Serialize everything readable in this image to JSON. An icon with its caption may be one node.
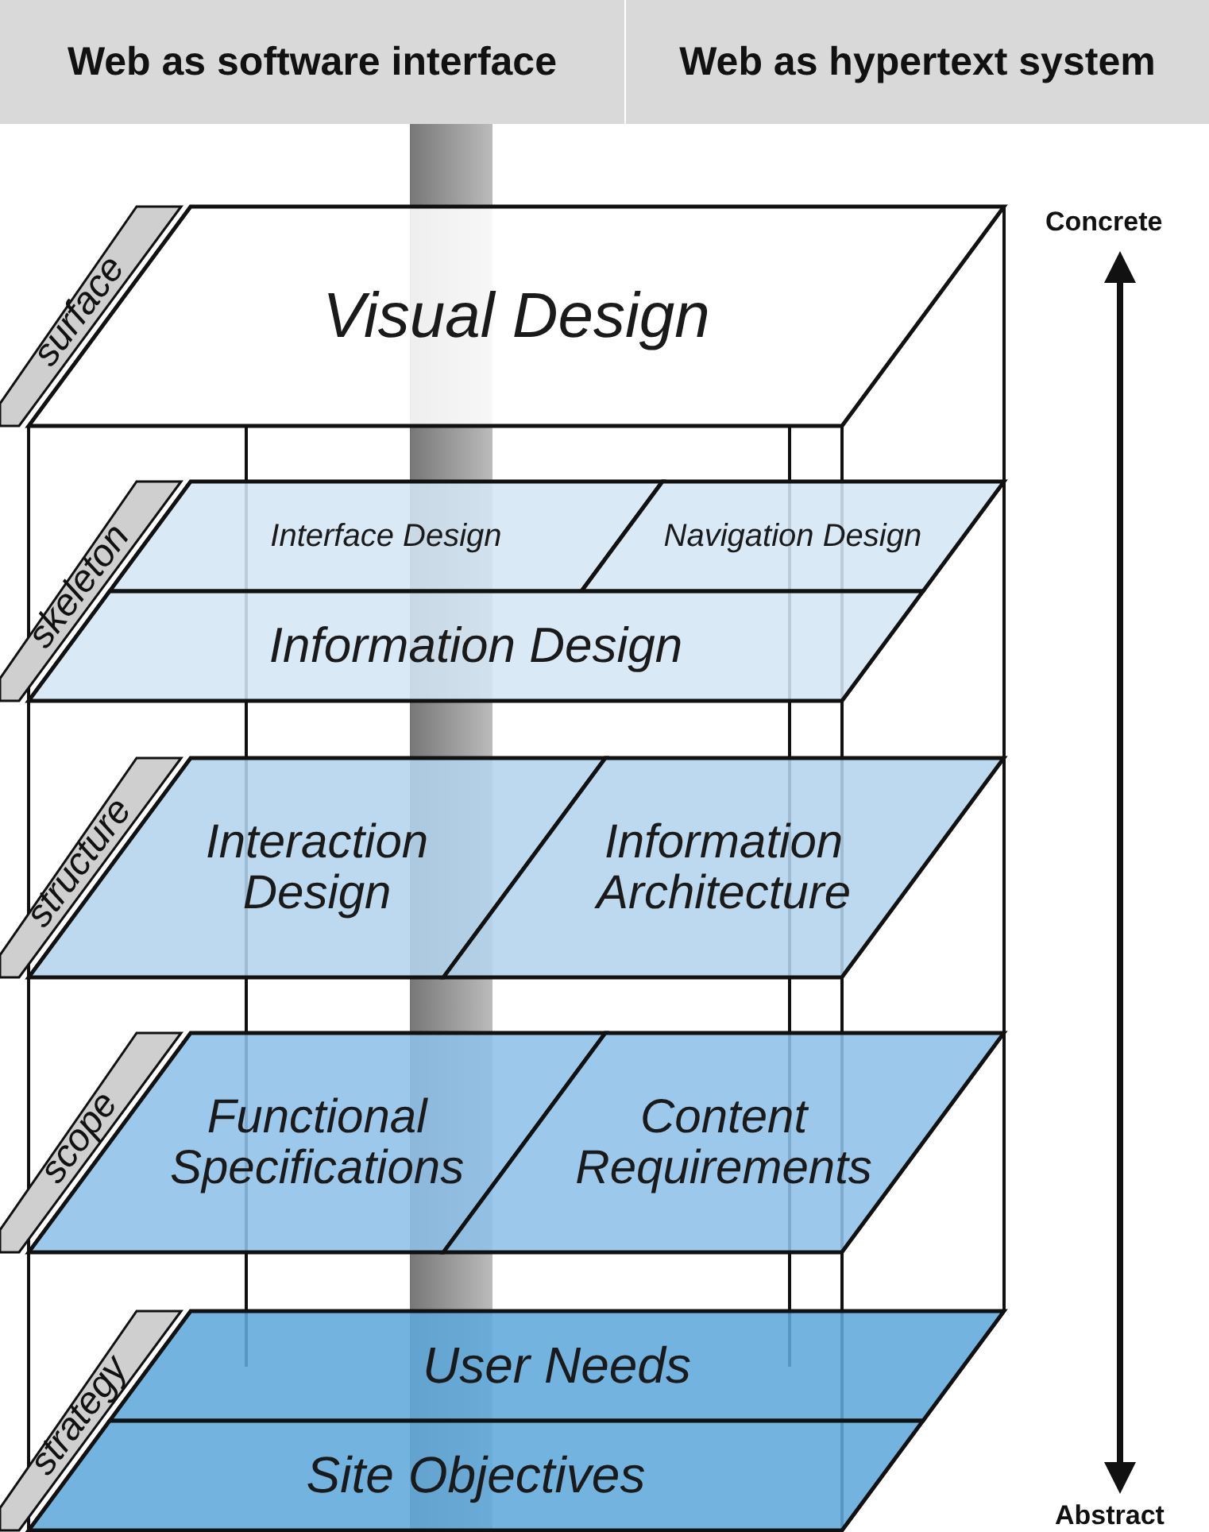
{
  "diagram": {
    "nodes": [
      {
        "text": [
          "Web as software interface"
        ]
      },
      {
        "text": [
          "Web as hypertext system"
        ]
      },
      {
        "text": [
          "surface"
        ]
      },
      {
        "text": [
          "Visual Design"
        ]
      },
      {
        "text": [
          "skeleton"
        ]
      },
      {
        "text": [
          "Interface Design"
        ]
      },
      {
        "text": [
          "Navigation Design"
        ]
      },
      {
        "text": [
          "Information Design"
        ]
      },
      {
        "text": [
          "structure"
        ]
      },
      {
        "text": [
          "Interaction Design"
        ]
      },
      {
        "text": [
          "Information Architecture"
        ]
      },
      {
        "text": [
          "scope"
        ]
      },
      {
        "text": [
          "Functional Specifications"
        ]
      },
      {
        "text": [
          "Content Requirements"
        ]
      },
      {
        "text": [
          "strategy"
        ]
      },
      {
        "text": [
          "User Needs"
        ]
      },
      {
        "text": [
          "Site Objectives"
        ]
      }
    ],
    "edges": [],
    "labels": [
      "Concrete",
      "Abstract"
    ]
  }
}
